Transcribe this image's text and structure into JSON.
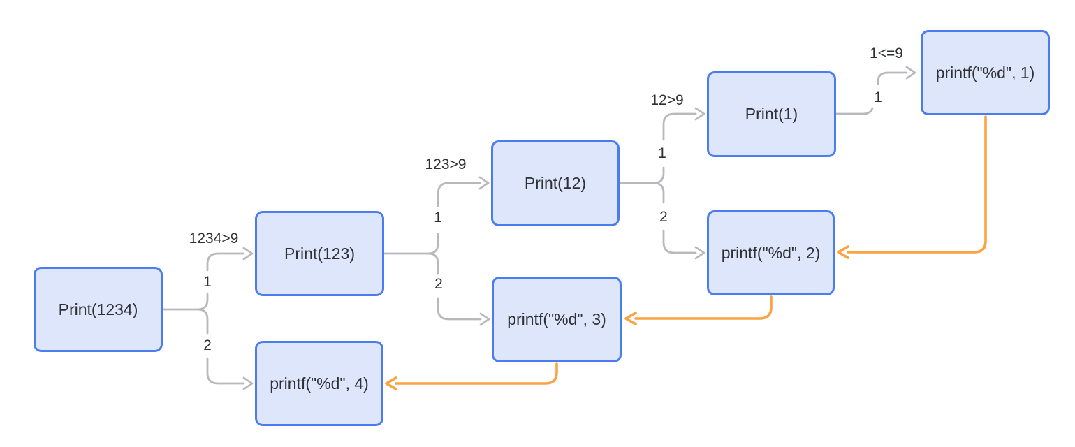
{
  "colors": {
    "background": "#ffffff",
    "node_fill": "#dde6fb",
    "node_border": "#4b7df0",
    "gray_edge": "#b8b9be",
    "orange_edge": "#f9a342",
    "text": "#2e3033"
  },
  "nodes": [
    {
      "id": "print-1234",
      "label": "Print(1234)"
    },
    {
      "id": "print-123",
      "label": "Print(123)"
    },
    {
      "id": "printf-4",
      "label": "printf(\"%d\", 4)"
    },
    {
      "id": "print-12",
      "label": "Print(12)"
    },
    {
      "id": "printf-3",
      "label": "printf(\"%d\", 3)"
    },
    {
      "id": "print-1",
      "label": "Print(1)"
    },
    {
      "id": "printf-2",
      "label": "printf(\"%d\", 2)"
    },
    {
      "id": "printf-1",
      "label": "printf(\"%d\", 1)"
    }
  ],
  "edges": {
    "forks": [
      {
        "from": "Print(1234)",
        "condition": "1234>9",
        "branch1": "1",
        "branch2": "2"
      },
      {
        "from": "Print(123)",
        "condition": "123>9",
        "branch1": "1",
        "branch2": "2"
      },
      {
        "from": "Print(12)",
        "condition": "12>9",
        "branch1": "1",
        "branch2": "2"
      },
      {
        "from": "Print(1)",
        "condition": "1<=9",
        "branch1": "1"
      }
    ],
    "returns": [
      {
        "from": "printf(\"%d\", 1)",
        "to": "printf(\"%d\", 2)"
      },
      {
        "from": "printf(\"%d\", 2)",
        "to": "printf(\"%d\", 3)"
      },
      {
        "from": "printf(\"%d\", 3)",
        "to": "printf(\"%d\", 4)"
      }
    ]
  }
}
